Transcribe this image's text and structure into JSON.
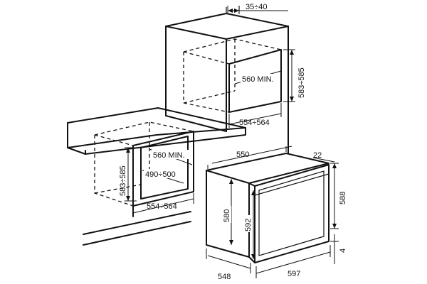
{
  "diagram": {
    "labels": {
      "top_gap": "35÷40",
      "upper_niche_depth": "560 MIN.",
      "upper_niche_height": "583÷585",
      "upper_niche_width": "554÷564",
      "lower_niche_depth": "560 MIN.",
      "lower_niche_height": "583÷585",
      "lower_niche_inner_depth": "490÷500",
      "lower_niche_width": "554÷564",
      "oven_depth": "550",
      "oven_front_offset": "22",
      "oven_total_height": "588",
      "oven_body_height": "580",
      "oven_front_height": "592",
      "oven_base_gap": "4",
      "oven_side_depth": "548",
      "oven_width": "597"
    }
  }
}
